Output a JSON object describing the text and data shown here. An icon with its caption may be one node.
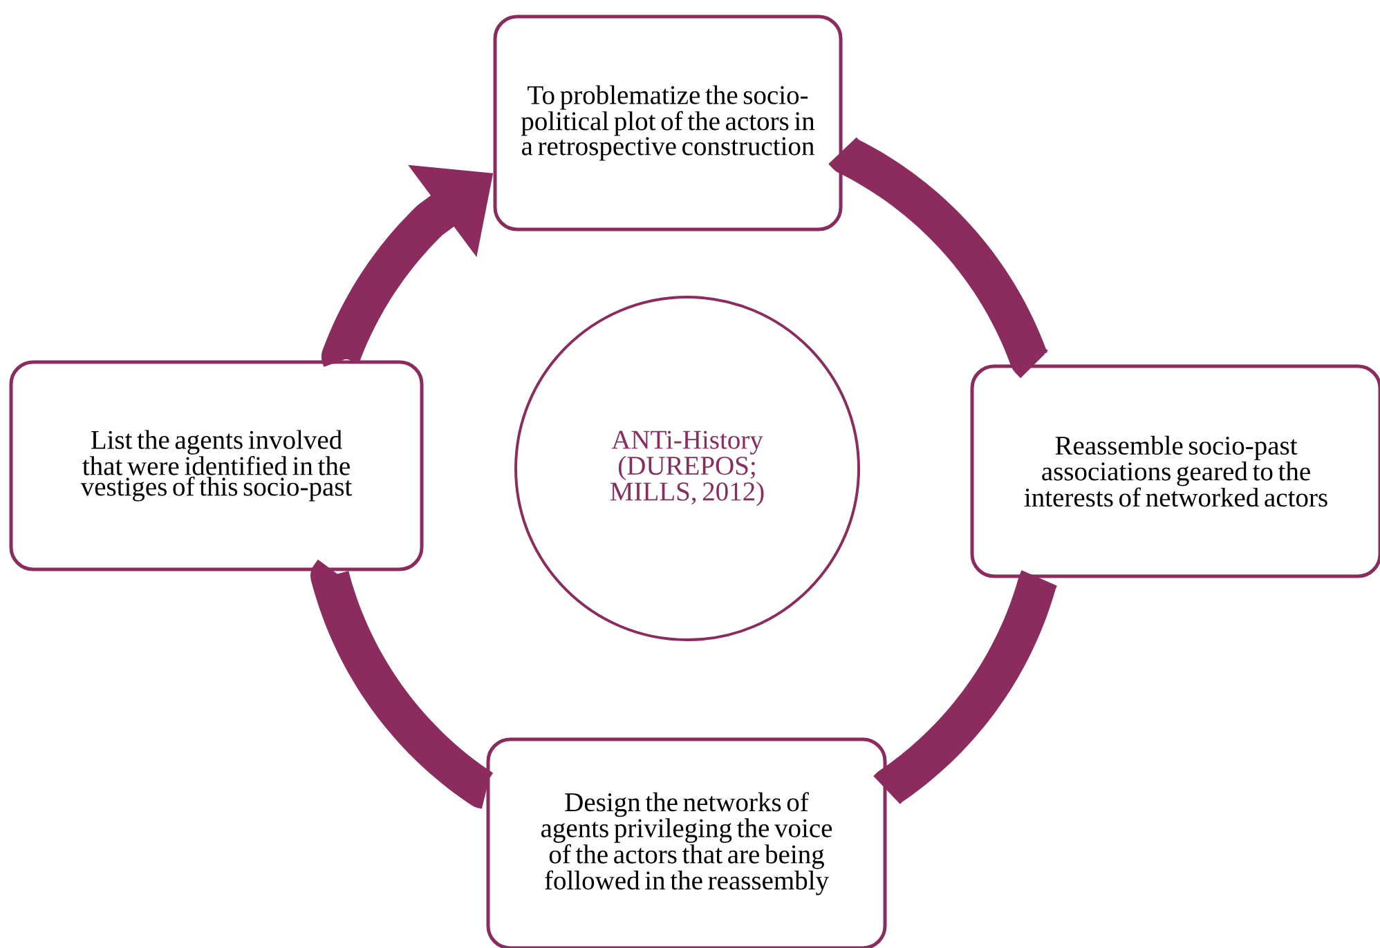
{
  "diagram": {
    "nodes": [
      {
        "text": [
          "To problematize the socio-political plot of the actors in a retrospective construction"
        ]
      },
      {
        "text": [
          "Reassemble socio-past associations geared to the interests of networked actors"
        ]
      },
      {
        "text": [
          "Design the networks of agents privileging the voice of the actors that are being followed in the reassembly"
        ]
      },
      {
        "text": [
          "List the agents involved that were identified in the vestiges of this socio-past"
        ]
      },
      {
        "text": [
          "ANTi-History (DUREPOS; MILLS, 2012)"
        ]
      }
    ],
    "edges": [
      {
        "from": 0,
        "to": 1,
        "arrow": "none"
      },
      {
        "from": 1,
        "to": 2,
        "arrow": "none"
      },
      {
        "from": 2,
        "to": 3,
        "arrow": "none"
      },
      {
        "from": 3,
        "to": 0,
        "arrow": "to"
      }
    ]
  }
}
